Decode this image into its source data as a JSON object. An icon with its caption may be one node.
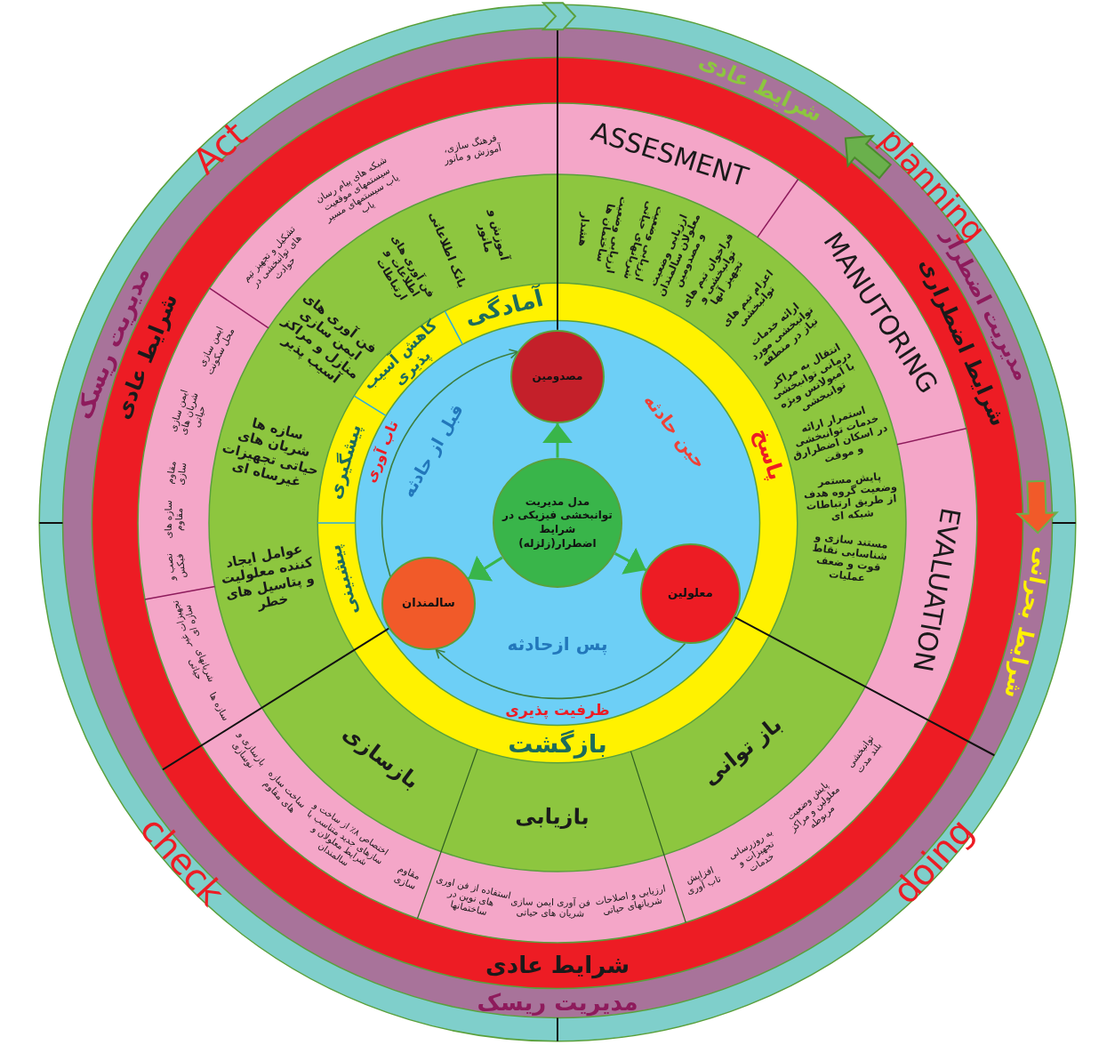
{
  "diagram": {
    "nodes": [
      {
        "text": [
          "مدل مدیریت توانبخشی فیزیکی در شرایط اضطرار(زلزله)"
        ]
      },
      {
        "text": [
          "مصدومین"
        ]
      },
      {
        "text": [
          "معلولین"
        ]
      },
      {
        "text": [
          "سالمندان"
        ]
      }
    ],
    "edges": [
      {
        "from": 0,
        "to": 1,
        "arrow": "to"
      },
      {
        "from": 0,
        "to": 2,
        "arrow": "to"
      },
      {
        "from": 0,
        "to": 3,
        "arrow": "to"
      },
      {
        "from": 3,
        "to": 1,
        "arrow": "to",
        "color": "#3d7d3d"
      },
      {
        "from": 2,
        "to": 3,
        "arrow": "to",
        "color": "#3d7d3d"
      }
    ],
    "labels": [
      "شرایط عادی",
      "planning",
      "مدیریت اضطرار",
      "شرایط اضطراری",
      "شرایط بحرانی",
      "check",
      "doing",
      "Act",
      "مدیریت ریسک",
      "شرایط عادی",
      "شرایط عادی",
      "مدیریت ریسک",
      "فرهنگ سازی، آموزش و مانور",
      "شبکه های پیام رسان سیستمهای موقعیت یاب سیستمهای مسیر یاب",
      "تشکیل و تجهیز تیم های توانبخشی در حوادث",
      "ایمن سازی محل سکونت",
      "ایمن سازی شریان های حیاتی",
      "مقاوم سازی",
      "سازه های مقاوم",
      "نصب و فیکس",
      "تجهیزات غیر سازه ای",
      "شریانهای حیاتی",
      "سازه ها",
      "ساخت سازه های مقاوم",
      "بازسازی و نوسازی",
      "اختصاص ۸٪ از ساخت و سازهای جدید متناسب با شرایط معلولان و سالمندان",
      "مقاوم سازی",
      "استفاده از فن اوری های نوین در ساختمانها",
      "فن آوری ایمن سازی شریان های حیاتی",
      "ارزیابی و اصلاحات شریانهای حیاتی",
      "افزایش تاب آوری",
      "به روزرسانی تجهیزات و خدمات",
      "پایش وضعیت معلولین و مراکز مربوطه",
      "توانبخشی بلند مدت",
      "ASSESMENT",
      "MANUTORING",
      "EVALUATION",
      "هشدار",
      "ارزیابی وضعیت ساختمان ها",
      "ارزیابی وضعیت شریانهای حیاتی",
      "ارزیابی وضعیت معلولان سالمندان و مصدومین",
      "فراخوان تیم های توانبخشی و تجهیز آنها",
      "اعزام تیم های توانبخشی",
      "ارائه خدمات توانبخشی مورد نیاز در منطقه",
      "انتقال به مراکز درمانی توانبخشی با آمبولانس ویژه توانبخشی",
      "استمرار ارائه خدمات توانبخشی در اسکان اضطرارق و موقت",
      "پایش مستمر وضعیت گروه هدف از طریق ارتباطات شبکه ای",
      "مستند سازی و شناسایی نقاط قوت و ضعف عملیات",
      "آموزش و مانور",
      "بانک اطلاعاتی",
      "فن آوری های اطلاعات و ارتباطات",
      "فن آوری های ایمن سازی منازل و مراکز آسیب پذیر",
      "سازه ها شریان های حیاتی تجهیزات غیرساه ای",
      "عوامل ایجاد کننده معلولیت و پتاسیل های خطر",
      "بازسازی",
      "بازیابی",
      "باز توانی",
      "آمادگی",
      "کاهش آسیب پذیری",
      "پیشگیری",
      "پیشبینی",
      "پاسخ",
      "بازگشت",
      "تاب آوری",
      "قبل از حادثه",
      "حین حادثه",
      "پس ازحادثه",
      "ظرفیت پذیری"
    ]
  }
}
